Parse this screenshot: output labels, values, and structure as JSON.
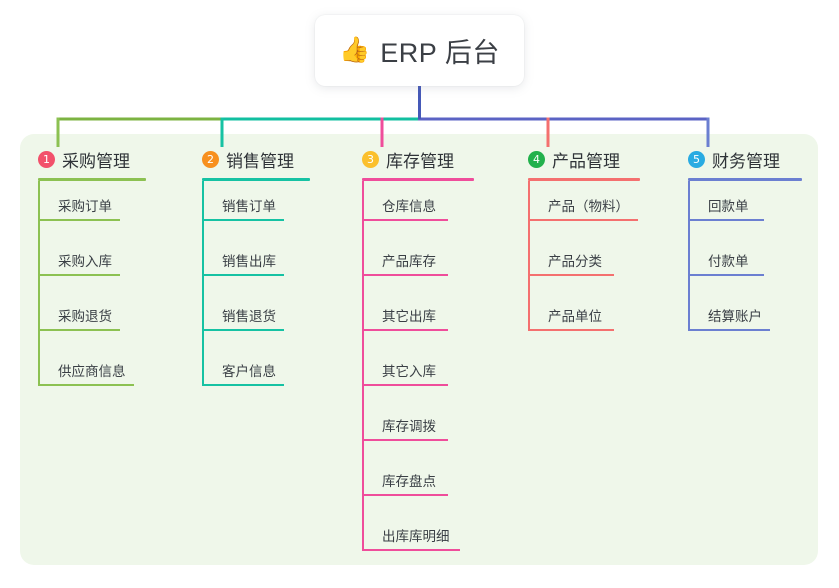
{
  "root": {
    "icon": "thumbs-up-icon",
    "emoji": "👍",
    "title": "ERP 后台"
  },
  "panel": {
    "background_color": "#eff7ea"
  },
  "wires": {
    "trunk_color": "#4559b8",
    "bus_segment_colors": [
      "#7cb342",
      "#12bfa0",
      "#5b63c4"
    ]
  },
  "columns": [
    {
      "number": "1",
      "title": "采购管理",
      "badge_color": "#f2516b",
      "line_color": "#8cc152",
      "rule_width": 108,
      "items": [
        {
          "label": "采购订单",
          "rule_width": 82
        },
        {
          "label": "采购入库",
          "rule_width": 82
        },
        {
          "label": "采购退货",
          "rule_width": 82
        },
        {
          "label": "供应商信息",
          "rule_width": 96
        }
      ]
    },
    {
      "number": "2",
      "title": "销售管理",
      "badge_color": "#f7901e",
      "line_color": "#16c2a3",
      "rule_width": 108,
      "items": [
        {
          "label": "销售订单",
          "rule_width": 82
        },
        {
          "label": "销售出库",
          "rule_width": 82
        },
        {
          "label": "销售退货",
          "rule_width": 82
        },
        {
          "label": "客户信息",
          "rule_width": 82
        }
      ]
    },
    {
      "number": "3",
      "title": "库存管理",
      "badge_color": "#fbc02d",
      "line_color": "#ef4d9b",
      "rule_width": 112,
      "items": [
        {
          "label": "仓库信息",
          "rule_width": 86
        },
        {
          "label": "产品库存",
          "rule_width": 86
        },
        {
          "label": "其它出库",
          "rule_width": 86
        },
        {
          "label": "其它入库",
          "rule_width": 86
        },
        {
          "label": "库存调拨",
          "rule_width": 86
        },
        {
          "label": "库存盘点",
          "rule_width": 86
        },
        {
          "label": "出库库明细",
          "rule_width": 98
        }
      ]
    },
    {
      "number": "4",
      "title": "产品管理",
      "badge_color": "#22b14c",
      "line_color": "#f4706f",
      "rule_width": 112,
      "items": [
        {
          "label": "产品（物料）",
          "rule_width": 110
        },
        {
          "label": "产品分类",
          "rule_width": 86
        },
        {
          "label": "产品单位",
          "rule_width": 86
        }
      ]
    },
    {
      "number": "5",
      "title": "财务管理",
      "badge_color": "#29abe2",
      "line_color": "#6b7fd1",
      "rule_width": 114,
      "items": [
        {
          "label": "回款单",
          "rule_width": 76
        },
        {
          "label": "付款单",
          "rule_width": 76
        },
        {
          "label": "结算账户",
          "rule_width": 82
        }
      ]
    }
  ]
}
